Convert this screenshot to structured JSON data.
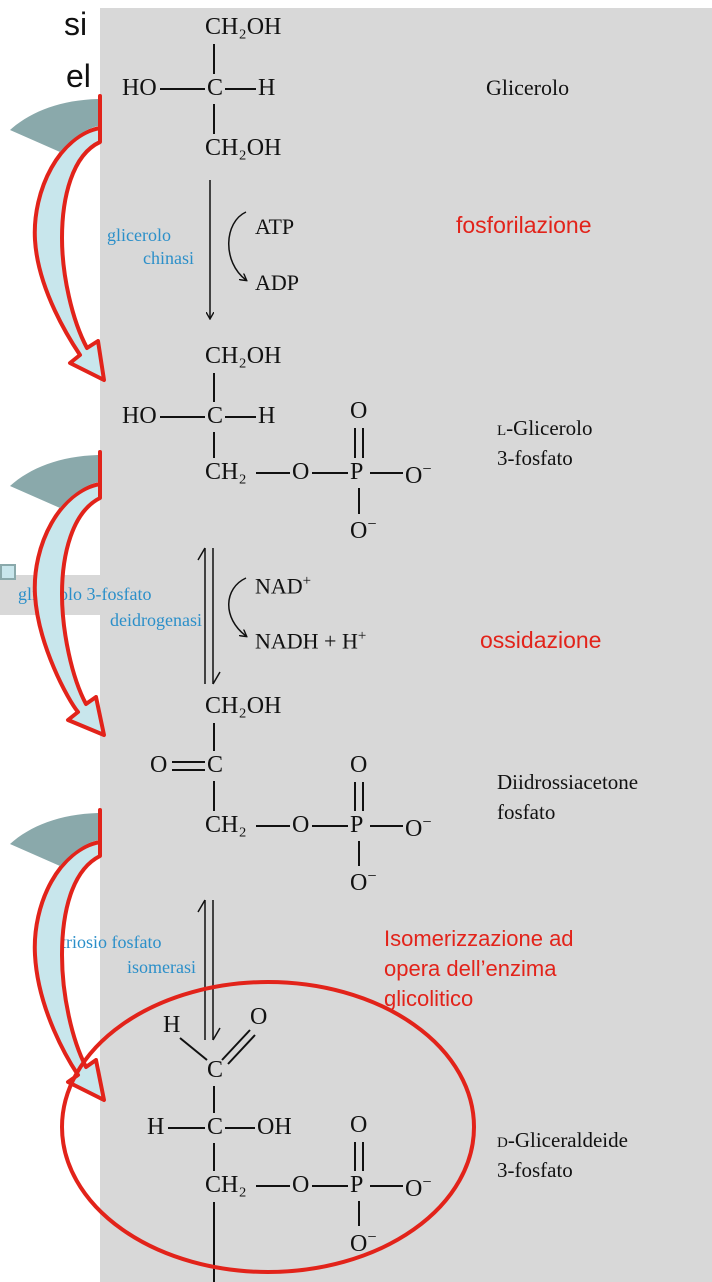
{
  "cut_text": {
    "line1": "si",
    "line2": "el"
  },
  "molecules": {
    "glicerolo": {
      "top": "CH₂OH",
      "left": "HO",
      "c": "C",
      "right": "H",
      "bottom": "CH₂OH",
      "name": "Glicerolo"
    },
    "g3p": {
      "top": "CH₂OH",
      "left": "HO",
      "c": "C",
      "right": "H",
      "bottom": "CH₂",
      "o": "O",
      "p": "P",
      "o_top": "O",
      "o_right": "O",
      "o_bottom": "O",
      "name_prefix": "L",
      "name_line1": "-Glicerolo",
      "name_line2": "3-fosfato"
    },
    "dhap": {
      "top": "CH₂OH",
      "left": "O",
      "c": "C",
      "bottom": "CH₂",
      "o": "O",
      "p": "P",
      "o_top": "O",
      "o_right": "O",
      "o_bottom": "O",
      "name_line1": "Diidrossiacetone",
      "name_line2": "fosfato"
    },
    "gap": {
      "h_top": "H",
      "o_ald": "O",
      "c1": "C",
      "left": "H",
      "c2": "C",
      "right": "OH",
      "bottom": "CH₂",
      "o": "O",
      "p": "P",
      "o_top": "O",
      "o_right": "O",
      "o_bottom": "O",
      "name_prefix": "D",
      "name_line1": "-Gliceraldeide",
      "name_line2": "3-fosfato"
    }
  },
  "steps": {
    "step1": {
      "enzyme_line1": "glicerolo",
      "enzyme_line2": "chinasi",
      "in": "ATP",
      "out": "ADP",
      "label": "fosforilazione"
    },
    "step2": {
      "enzyme_line1": "glicerolo 3-fosfato",
      "enzyme_line2": "deidrogenasi",
      "in": "NAD",
      "in_sup": "+",
      "out": "NADH + H",
      "out_sup": "+",
      "label": "ossidazione"
    },
    "step3": {
      "enzyme_line1": "triosio fosfato",
      "enzyme_line2": "isomerasi",
      "label_line1": "Isomerizzazione ad",
      "label_line2": "opera dell’enzima",
      "label_line3": "glicolitico"
    }
  },
  "charge": "−",
  "colors": {
    "enzyme": "#2b8fc9",
    "annotation": "#e2231a",
    "arrow_fill": "#c8e6ec",
    "arrow_fill_dark": "#8aa9ab",
    "arrow_outline": "#e2231a",
    "panel": "#d8d8d8"
  }
}
